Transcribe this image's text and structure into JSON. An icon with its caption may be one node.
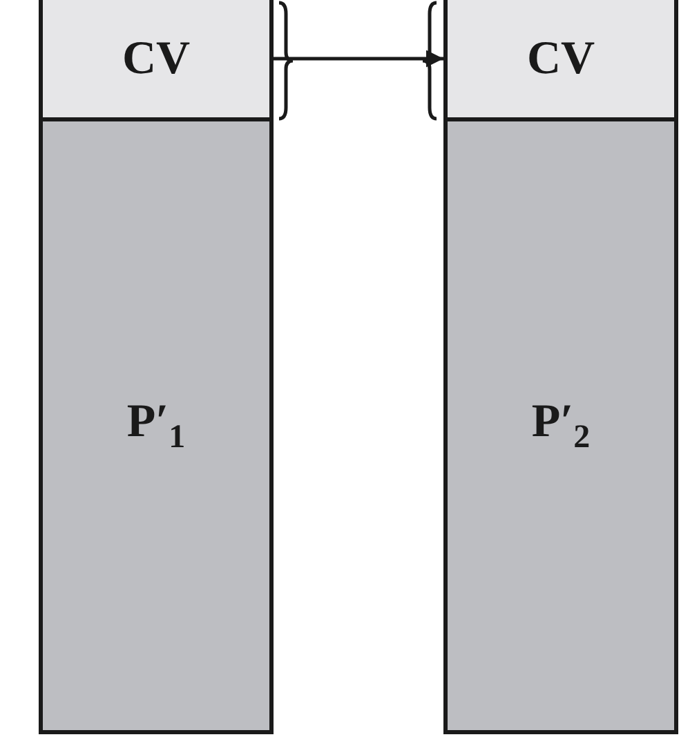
{
  "diagram": {
    "nodes": [
      {
        "text": [
          "CV"
        ]
      },
      {
        "text": [
          "P′$_{1}$"
        ]
      },
      {
        "text": [
          "CV"
        ]
      },
      {
        "text": [
          "P′$_{2}$"
        ]
      }
    ],
    "edges": [
      {
        "from": 0,
        "to": 2,
        "arrow": "to"
      }
    ]
  }
}
